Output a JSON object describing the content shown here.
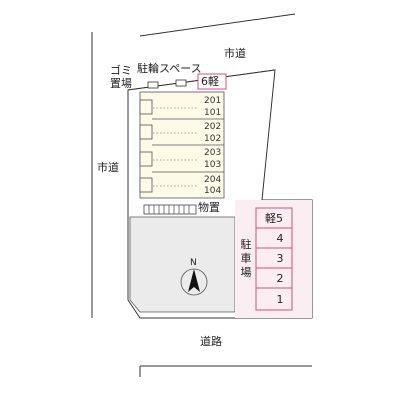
{
  "labels": {
    "road_top": "市道",
    "road_left": "市道",
    "road_bottom": "道路",
    "garbage": "ゴミ置場",
    "bicycle": "駐輪スペース",
    "kei_top": "6軽",
    "storage": "物置",
    "parking": "駐車場",
    "north": "N"
  },
  "units": {
    "row1": [
      "201",
      "101"
    ],
    "row2": [
      "202",
      "102"
    ],
    "row3": [
      "203",
      "103"
    ],
    "row4": [
      "204",
      "104"
    ]
  },
  "parking_slots": [
    "軽5",
    "4",
    "3",
    "2",
    "1"
  ],
  "colors": {
    "building": "#fdfbe8",
    "parking_bg": "#fbeef2",
    "parking_line": "#d6507a",
    "line": "#333333"
  }
}
